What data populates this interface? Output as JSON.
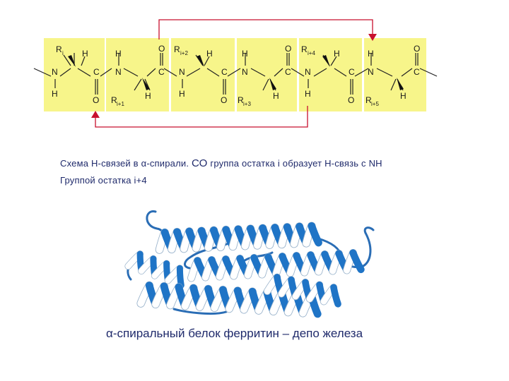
{
  "scheme": {
    "colors": {
      "panel": "#f7f58a",
      "arrow": "#c8102e",
      "backbone": "#222222"
    },
    "atoms": {
      "R": "R",
      "H": "H",
      "N": "N",
      "C": "C",
      "O": "O"
    },
    "subscripts": {
      "i": "i",
      "i1": "i+1",
      "i2": "i+2",
      "i3": "i+3",
      "i4": "i+4",
      "i5": "i+5"
    }
  },
  "caption": {
    "part1": "Схема Н-связей в α-спирали. ",
    "part2": "СО",
    "part3": " группа остатка i  образует Н-связь с  NH",
    "line2": "Группой остатка  i+4"
  },
  "protein": {
    "colors": {
      "helix": "#1f74c6",
      "helix_light": "#ffffff",
      "loop": "#2a6db5"
    },
    "image_caption": "α-спиральный белок ферритин – депо железа"
  }
}
